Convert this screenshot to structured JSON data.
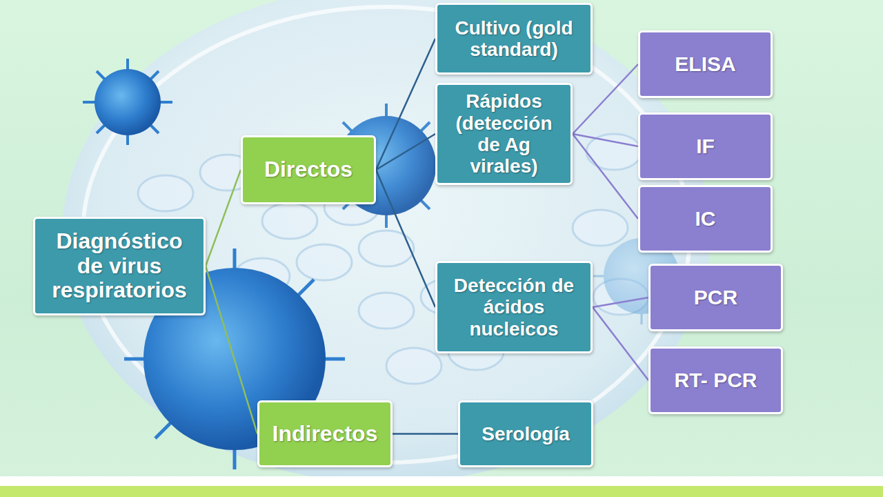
{
  "diagram": {
    "nodes": [
      {
        "text": [
          "Diagnóstico de virus respiratorios"
        ]
      },
      {
        "text": [
          "Directos"
        ]
      },
      {
        "text": [
          "Cultivo (gold standard)"
        ]
      },
      {
        "text": [
          "Rápidos (detección de Ag virales)"
        ]
      },
      {
        "text": [
          "ELISA"
        ]
      },
      {
        "text": [
          "IF"
        ]
      },
      {
        "text": [
          "IC"
        ]
      },
      {
        "text": [
          "Detección de ácidos nucleicos"
        ]
      },
      {
        "text": [
          "PCR"
        ]
      },
      {
        "text": [
          "RT- PCR"
        ]
      },
      {
        "text": [
          "Indirectos"
        ]
      },
      {
        "text": [
          "Serología"
        ]
      }
    ],
    "edges": [
      {
        "from": 0,
        "to": 1,
        "arrow": "none"
      },
      {
        "from": 0,
        "to": 10,
        "arrow": "none"
      },
      {
        "from": 1,
        "to": 2,
        "arrow": "none"
      },
      {
        "from": 1,
        "to": 3,
        "arrow": "none"
      },
      {
        "from": 1,
        "to": 7,
        "arrow": "none"
      },
      {
        "from": 3,
        "to": 4,
        "arrow": "none"
      },
      {
        "from": 3,
        "to": 5,
        "arrow": "none"
      },
      {
        "from": 3,
        "to": 6,
        "arrow": "none"
      },
      {
        "from": 7,
        "to": 8,
        "arrow": "none"
      },
      {
        "from": 7,
        "to": 9,
        "arrow": "none"
      },
      {
        "from": 10,
        "to": 11,
        "arrow": "none"
      }
    ]
  }
}
